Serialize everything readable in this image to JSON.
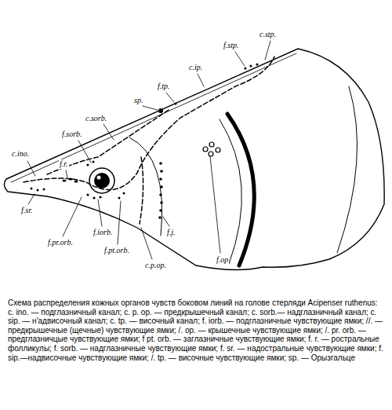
{
  "diagram": {
    "caption": "Схема распределения кожных органов чувств боковом линий на голове стерляди Acipenser ruthenus: c. ino. — подглазничный канал; c. p. op. — предкрышечный канал; c. sorb.— надглазничный канал; c. sip. — н'адвисочный канал; c. tp. — височный канал; f. iorb. — подглазничные чувствующие ямки; //. — предкрышечные (щечные) чувствующие ямки; /. op. — крышечные чувствующие ямки; /. pr. orb. — предглазничцые чувствующие ямки; f pt. orb. — заглазничные чувствующие ямки; f. r. — ростральные фолликулы; f. sorb. — надглазничные чувствующие ямки; f. sr. — надостральные чувствующие ямки; f. sip.—надвисочные чувствующие ямки; /. tp. — височные чувствующие ямки; sp. — Орызгальце",
    "labels": [
      "c.ino.",
      "f.r.",
      "f.sorb.",
      "c.sorb.",
      "sp.",
      "f.tp.",
      "c.ip.",
      "f.stp.",
      "c.stp.",
      "f.sr.",
      "f.iorb.",
      "f.pr.orb.",
      "f.pt.orb.",
      "f.j.",
      "c.p.op.",
      "f.op"
    ]
  }
}
